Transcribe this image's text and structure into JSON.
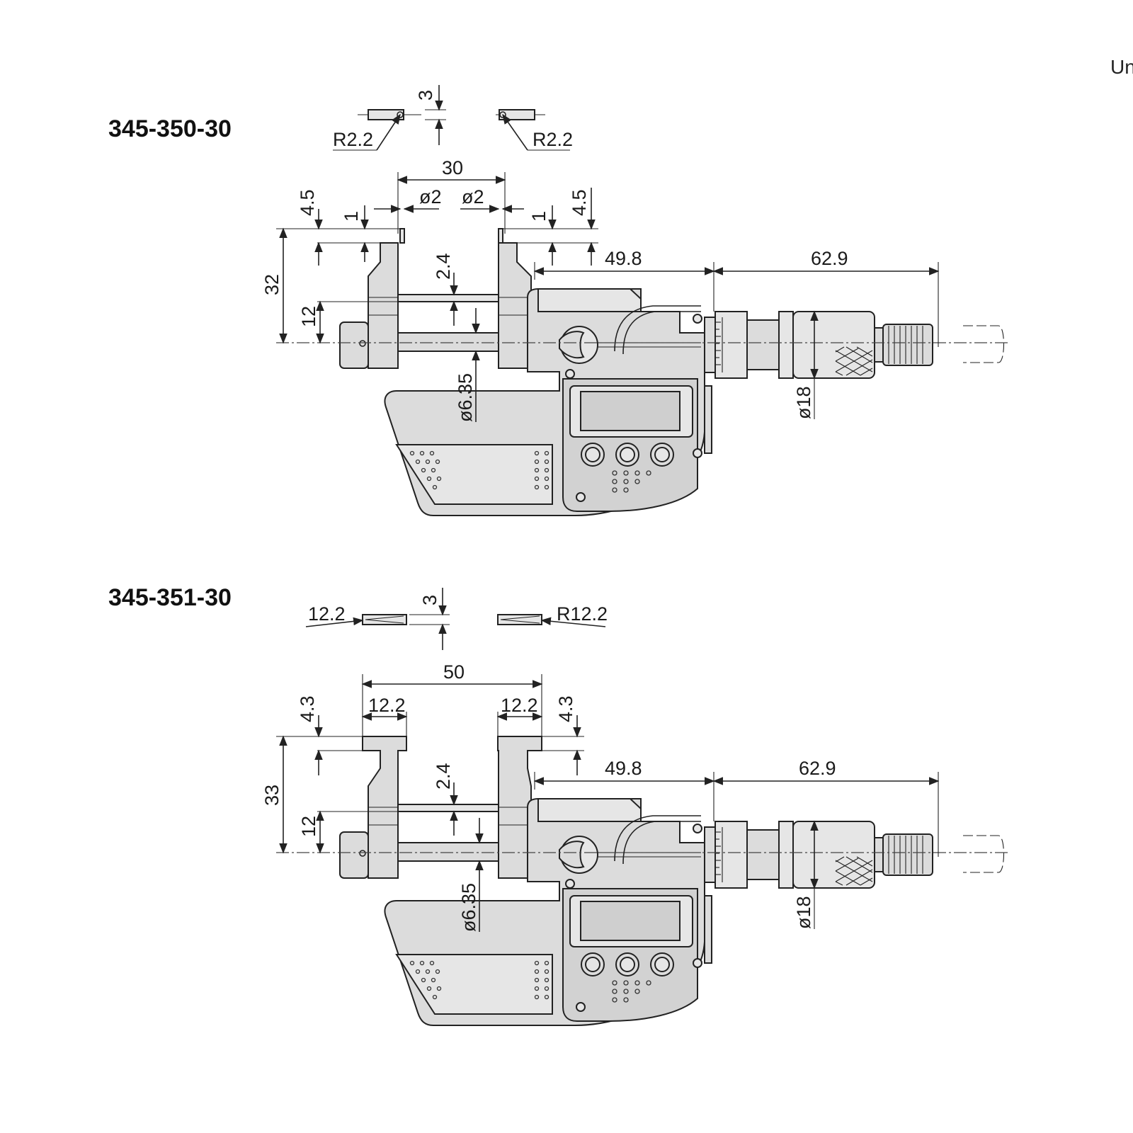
{
  "page": {
    "unit_label": "Un"
  },
  "views": [
    {
      "model": "345-350-30",
      "detail": {
        "thickness": "3",
        "left_radius": "R2.2",
        "right_radius": "R2.2"
      },
      "dims": {
        "span": "30",
        "tip_dia_left": "ø2",
        "tip_dia_right": "ø2",
        "tip_height_left": "4.5",
        "tip_height_right": "4.5",
        "tip_offset_left": "1",
        "tip_offset_right": "1",
        "total_height": "32",
        "center_height": "12",
        "spindle_gap": "2.4",
        "spindle_dia": "ø6.35",
        "frame_length": "49.8",
        "sleeve_length": "62.9",
        "thimble_dia": "ø18"
      }
    },
    {
      "model": "345-351-30",
      "detail": {
        "thickness": "3",
        "left_radius": "12.2",
        "right_radius": "R12.2"
      },
      "dims": {
        "span": "50",
        "jaw_width_left": "12.2",
        "jaw_width_right": "12.2",
        "tip_height_left": "4.3",
        "tip_height_right": "4.3",
        "total_height": "33",
        "center_height": "12",
        "spindle_gap": "2.4",
        "spindle_dia": "ø6.35",
        "frame_length": "49.8",
        "sleeve_length": "62.9",
        "thimble_dia": "ø18"
      }
    }
  ]
}
